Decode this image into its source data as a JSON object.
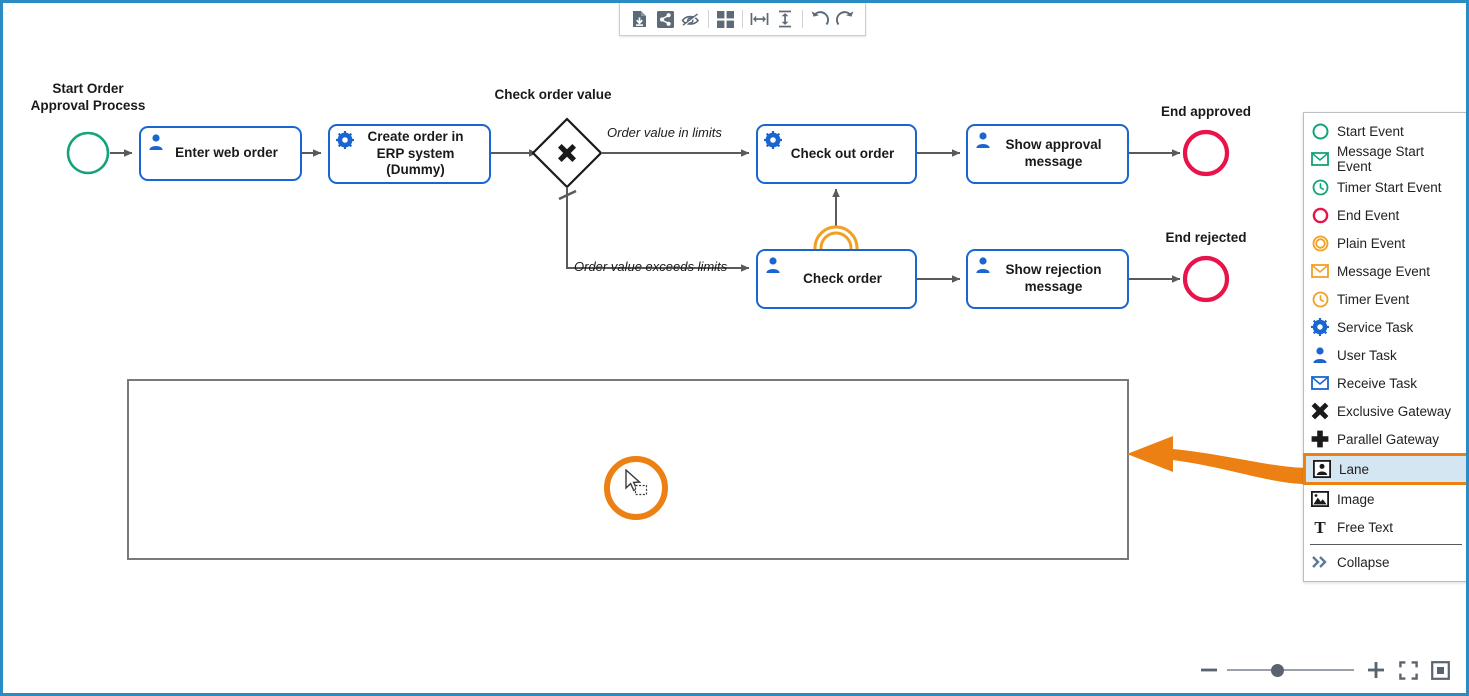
{
  "app": {
    "frame_color": "#2b8cc4",
    "canvas_background": "#ffffff"
  },
  "toolbar": {
    "items": [
      {
        "name": "export-download-icon",
        "label": "Export"
      },
      {
        "name": "share-icon",
        "label": "Share"
      },
      {
        "name": "eye-slash-icon",
        "label": "Hide"
      },
      {
        "name": "grid-layout-icon",
        "label": "Grid"
      },
      {
        "name": "distribute-horizontal-icon",
        "label": "Distribute horizontally"
      },
      {
        "name": "distribute-vertical-icon",
        "label": "Distribute vertically"
      },
      {
        "name": "undo-icon",
        "label": "Undo"
      },
      {
        "name": "redo-icon",
        "label": "Redo"
      }
    ]
  },
  "diagram": {
    "colors": {
      "start_event": "#12a37a",
      "end_event": "#e8134b",
      "plain_event": "#f0a024",
      "task_border": "#1a66d0",
      "task_icon": "#1a66d0",
      "connector": "#5a5a5a",
      "gateway_stroke": "#1a1a1a",
      "lane_border": "#777b7e"
    },
    "nodes": [
      {
        "id": "start",
        "type": "start-event",
        "label": "Start Order\nApproval Process"
      },
      {
        "id": "enter-web-order",
        "type": "user-task",
        "label": "Enter web order"
      },
      {
        "id": "create-order-erp",
        "type": "service-task",
        "label": "Create order in\nERP system\n(Dummy)"
      },
      {
        "id": "check-order-value",
        "type": "exclusive-gateway",
        "label": "Check order value"
      },
      {
        "id": "check-out-order",
        "type": "service-task",
        "label": "Check out order"
      },
      {
        "id": "show-approval-message",
        "type": "user-task",
        "label": "Show approval\nmessage"
      },
      {
        "id": "end-approved",
        "type": "end-event",
        "label": "End approved"
      },
      {
        "id": "check-order",
        "type": "user-task",
        "label": "Check order"
      },
      {
        "id": "boundary-plain-event",
        "type": "plain-boundary-event",
        "label": ""
      },
      {
        "id": "show-rejection-message",
        "type": "user-task",
        "label": "Show rejection\nmessage"
      },
      {
        "id": "end-rejected",
        "type": "end-event",
        "label": "End rejected"
      }
    ],
    "flow_labels": [
      {
        "id": "flow-in-limits",
        "label": "Order value in limits"
      },
      {
        "id": "flow-exceeds-limits",
        "label": "Order value exceeds limits"
      }
    ],
    "lane_placeholder": {
      "label": ""
    }
  },
  "palette": {
    "items": [
      {
        "icon": "start-event-icon",
        "label": "Start Event",
        "selected": false,
        "divider_before": false
      },
      {
        "icon": "message-start-event-icon",
        "label": "Message Start Event",
        "selected": false,
        "divider_before": false
      },
      {
        "icon": "timer-start-event-icon",
        "label": "Timer Start Event",
        "selected": false,
        "divider_before": false
      },
      {
        "icon": "end-event-icon",
        "label": "End Event",
        "selected": false,
        "divider_before": false
      },
      {
        "icon": "plain-event-icon",
        "label": "Plain Event",
        "selected": false,
        "divider_before": false
      },
      {
        "icon": "message-event-icon",
        "label": "Message Event",
        "selected": false,
        "divider_before": false
      },
      {
        "icon": "timer-event-icon",
        "label": "Timer Event",
        "selected": false,
        "divider_before": false
      },
      {
        "icon": "service-task-icon",
        "label": "Service Task",
        "selected": false,
        "divider_before": false
      },
      {
        "icon": "user-task-icon",
        "label": "User Task",
        "selected": false,
        "divider_before": false
      },
      {
        "icon": "receive-task-icon",
        "label": "Receive Task",
        "selected": false,
        "divider_before": false
      },
      {
        "icon": "exclusive-gateway-icon",
        "label": "Exclusive Gateway",
        "selected": false,
        "divider_before": false
      },
      {
        "icon": "parallel-gateway-icon",
        "label": "Parallel Gateway",
        "selected": false,
        "divider_before": false
      },
      {
        "icon": "lane-icon",
        "label": "Lane",
        "selected": true,
        "divider_before": false
      },
      {
        "icon": "image-icon",
        "label": "Image",
        "selected": false,
        "divider_before": false
      },
      {
        "icon": "free-text-icon",
        "label": "Free Text",
        "selected": false,
        "divider_before": false
      },
      {
        "icon": "collapse-icon",
        "label": "Collapse",
        "selected": false,
        "divider_before": true
      }
    ],
    "selection_border_color": "#ec8013",
    "selection_background_color": "#d3e6f2"
  },
  "annotation": {
    "arrow_color": "#ec8013",
    "drag_highlight_color": "#ec8013"
  },
  "zoom_controls": {
    "minus_label": "Zoom out",
    "plus_label": "Zoom in",
    "fit_label": "Fit to screen",
    "actual_size_label": "Actual size",
    "slider_position_percent": 38
  }
}
